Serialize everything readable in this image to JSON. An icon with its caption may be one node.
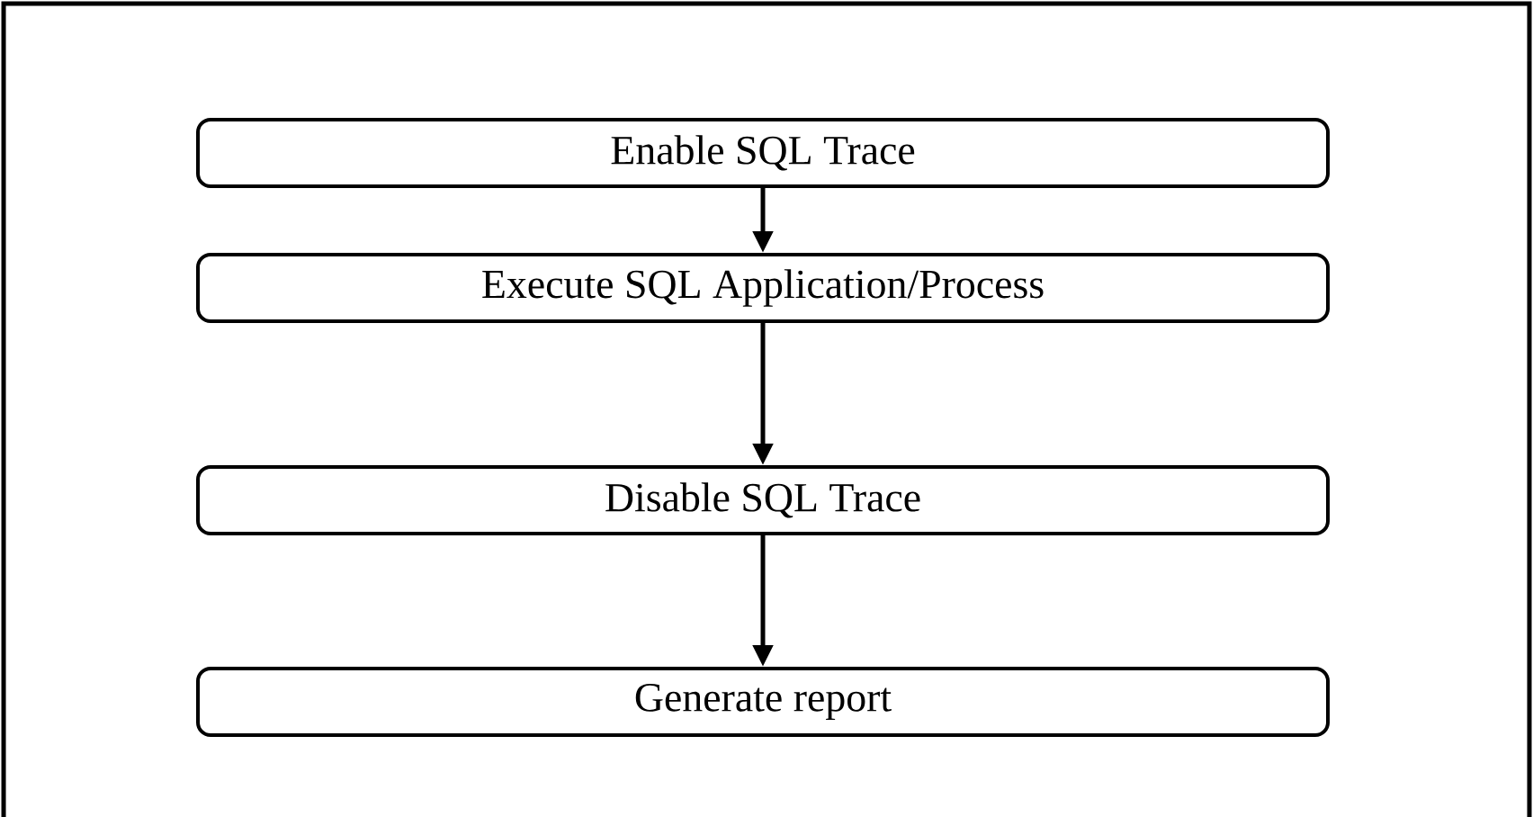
{
  "diagram": {
    "nodes": [
      {
        "text": [
          "Enable SQL Trace"
        ]
      },
      {
        "text": [
          "Execute SQL Application/Process"
        ]
      },
      {
        "text": [
          "Disable SQL Trace"
        ]
      },
      {
        "text": [
          "Generate report"
        ]
      }
    ],
    "edges": [
      {
        "from": 0,
        "to": 1,
        "arrow": "to"
      },
      {
        "from": 1,
        "to": 2,
        "arrow": "to"
      },
      {
        "from": 2,
        "to": 3,
        "arrow": "to"
      }
    ]
  }
}
